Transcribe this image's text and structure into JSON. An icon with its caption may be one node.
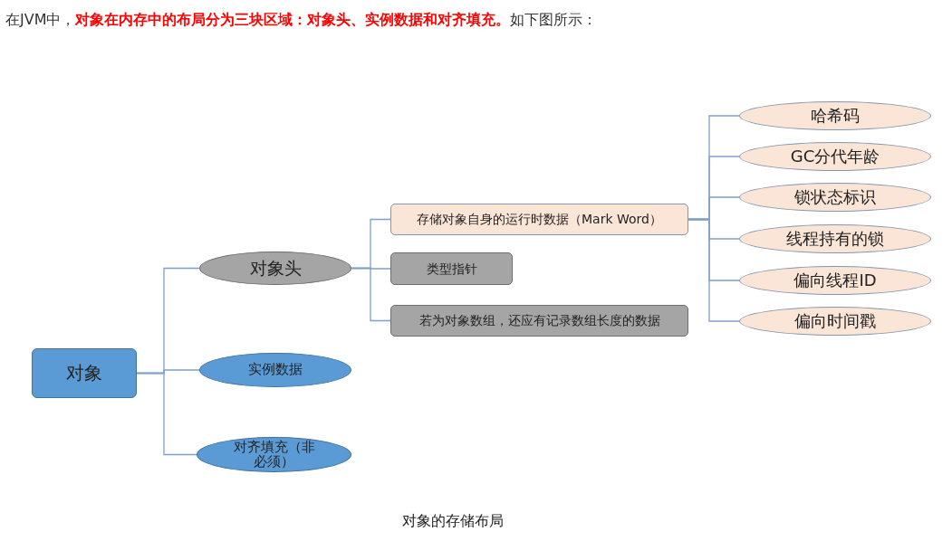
{
  "diagram": {
    "title": "在JVM中，**对象在内存中的布局分为三块区域：对象头、实例数据和对齐填充。**如下图所示：",
    "caption": "对象的存储布局",
    "nodes": [
      {
        "text": [
          "对象"
        ]
      },
      {
        "text": [
          "对象头"
        ]
      },
      {
        "text": [
          "实例数据"
        ]
      },
      {
        "text": [
          "对齐填充（非必须）"
        ]
      },
      {
        "text": [
          "存储对象自身的运行时数据（Mark Word）"
        ]
      },
      {
        "text": [
          "类型指针"
        ]
      },
      {
        "text": [
          "若为对象数组，还应有记录数组长度的数据"
        ]
      },
      {
        "text": [
          "哈希码"
        ]
      },
      {
        "text": [
          "GC分代年龄"
        ]
      },
      {
        "text": [
          "锁状态标识"
        ]
      },
      {
        "text": [
          "线程持有的锁"
        ]
      },
      {
        "text": [
          "偏向线程ID"
        ]
      },
      {
        "text": [
          "偏向时间戳"
        ]
      }
    ],
    "edges": [
      {
        "from": 0,
        "to": 1,
        "arrow": "none"
      },
      {
        "from": 0,
        "to": 2,
        "arrow": "none"
      },
      {
        "from": 0,
        "to": 3,
        "arrow": "none"
      },
      {
        "from": 1,
        "to": 4,
        "arrow": "none"
      },
      {
        "from": 1,
        "to": 5,
        "arrow": "none"
      },
      {
        "from": 1,
        "to": 6,
        "arrow": "none"
      },
      {
        "from": 4,
        "to": 7,
        "arrow": "none"
      },
      {
        "from": 4,
        "to": 8,
        "arrow": "none"
      },
      {
        "from": 4,
        "to": 9,
        "arrow": "none"
      },
      {
        "from": 4,
        "to": 10,
        "arrow": "none"
      },
      {
        "from": 4,
        "to": 11,
        "arrow": "none"
      },
      {
        "from": 4,
        "to": 12,
        "arrow": "none"
      }
    ]
  }
}
